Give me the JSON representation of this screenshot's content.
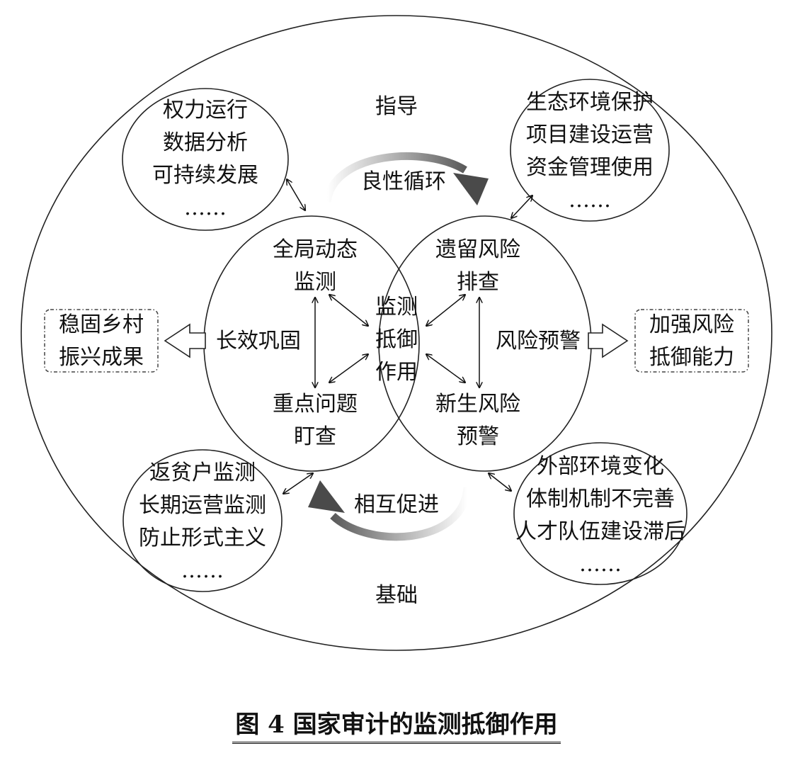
{
  "outer": {
    "top_label": "指导",
    "bottom_label": "基础"
  },
  "cycle": {
    "top_label": "良性循环",
    "bottom_label": "相互促进"
  },
  "left_circle": {
    "top": [
      "全局动态",
      "监测"
    ],
    "middle": "长效巩固",
    "bottom": [
      "重点问题",
      "盯查"
    ]
  },
  "right_circle": {
    "top": [
      "遗留风险",
      "排查"
    ],
    "middle": "风险预警",
    "bottom": [
      "新生风险",
      "预警"
    ]
  },
  "center": [
    "监测",
    "抵御",
    "作用"
  ],
  "corner_top_left": [
    "权力运行",
    "数据分析",
    "可持续发展",
    "……"
  ],
  "corner_top_right": [
    "生态环境保护",
    "项目建设运营",
    "资金管理使用",
    "……"
  ],
  "corner_bottom_left": [
    "返贫户监测",
    "长期运营监测",
    "防止形式主义",
    "……"
  ],
  "corner_bottom_right": [
    "外部环境变化",
    "体制机制不完善",
    "人才队伍建设滞后",
    "……"
  ],
  "outcome_left": [
    "稳固乡村",
    "振兴成果"
  ],
  "outcome_right": [
    "加强风险",
    "抵御能力"
  ],
  "caption": "图 4  国家审计的监测抵御作用"
}
